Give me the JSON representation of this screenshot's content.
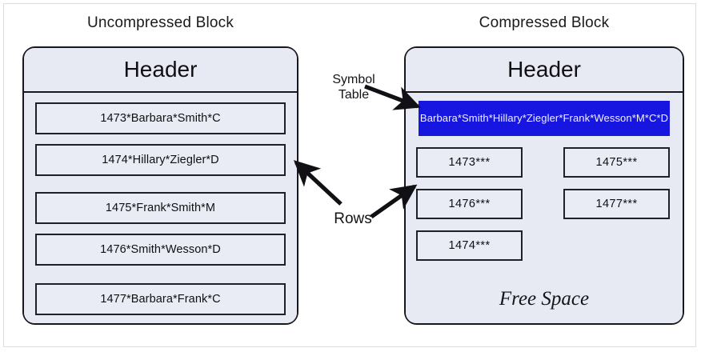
{
  "diagram": {
    "uncompressed": {
      "title": "Uncompressed Block",
      "header_label": "Header",
      "rows": [
        "1473*Barbara*Smith*C",
        "1474*Hillary*Ziegler*D",
        "1475*Frank*Smith*M",
        "1476*Smith*Wesson*D",
        "1477*Barbara*Frank*C"
      ]
    },
    "compressed": {
      "title": "Compressed Block",
      "header_label": "Header",
      "symbol_table_text": "Barbara*Smith*Hillary*Ziegler*Frank*Wesson*M*C*D",
      "rows_left_column": [
        "1473***",
        "1476***",
        "1474***"
      ],
      "rows_right_column": [
        "1475***",
        "1477***"
      ],
      "free_space_label": "Free Space"
    },
    "annotations": {
      "symbol_table": "Symbol\nTable",
      "rows": "Rows"
    },
    "colors": {
      "block_fill": "#e7eaf3",
      "row_fill": "#e9ecf4",
      "border": "#17171c",
      "symbol_table_bg": "#1616e0",
      "symbol_table_text": "#f2f2fb",
      "page_bg": "#ffffff"
    }
  }
}
